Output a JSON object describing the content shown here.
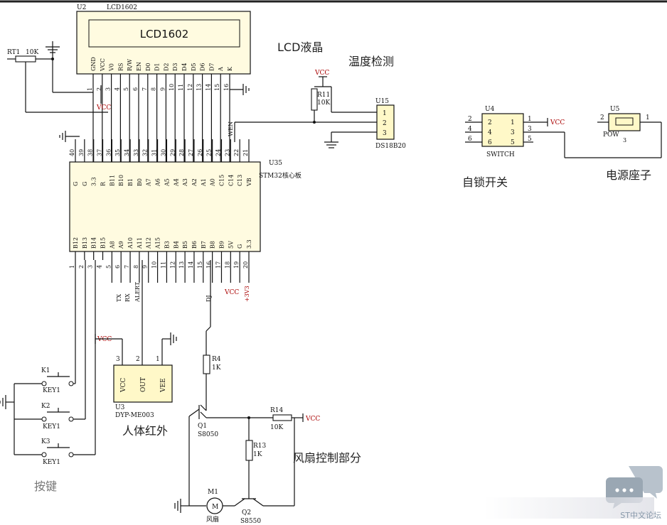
{
  "lcd": {
    "ref": "U2",
    "part": "LCD1602",
    "screen_text": "LCD1602",
    "caption": "LCD液晶",
    "pins": [
      "GND",
      "VCC",
      "V0",
      "RS",
      "R/W",
      "EN",
      "D0",
      "D1",
      "D2",
      "D3",
      "D4",
      "D5",
      "D6",
      "D7",
      "A",
      "K"
    ],
    "pin_numbers": [
      "1",
      "2",
      "3",
      "4",
      "5",
      "6",
      "7",
      "8",
      "9",
      "10",
      "11",
      "12",
      "13",
      "14",
      "15",
      "16"
    ]
  },
  "rt1": {
    "ref": "RT1",
    "value": "10K"
  },
  "vcc_label": "VCC",
  "ds18b20": {
    "ref": "U15",
    "part": "DS18B20",
    "caption": "温度检测",
    "pins": [
      "1",
      "2",
      "3"
    ],
    "r_ref": "R11",
    "r_value": "10K",
    "net": "WEN"
  },
  "stm32": {
    "ref": "U35",
    "part": "STM32核心板",
    "top_pin_numbers": [
      "40",
      "39",
      "38",
      "37",
      "36",
      "35",
      "34",
      "33",
      "32",
      "31",
      "30",
      "29",
      "28",
      "27",
      "26",
      "25",
      "24",
      "23",
      "22",
      "21"
    ],
    "top_pin_names": [
      "G",
      "G",
      "3.3",
      "R",
      "B11",
      "B10",
      "B1",
      "B0",
      "A7",
      "A6",
      "A5",
      "A4",
      "A3",
      "A2",
      "A1",
      "A0",
      "C15",
      "C14",
      "C13",
      "VB"
    ],
    "bottom_pin_names": [
      "B12",
      "B13",
      "B14",
      "B15",
      "A8",
      "A9",
      "A10",
      "A11",
      "A12",
      "A15",
      "B3",
      "B4",
      "B5",
      "B6",
      "B7",
      "B8",
      "B9",
      "5V",
      "G",
      "3.3"
    ],
    "bottom_pin_numbers": [
      "1",
      "2",
      "3",
      "4",
      "5",
      "6",
      "7",
      "8",
      "9",
      "10",
      "11",
      "12",
      "13",
      "14",
      "15",
      "16",
      "17",
      "18",
      "19",
      "20"
    ],
    "net_tx": "TX",
    "net_rx": "RX",
    "net_alert": "ALERT",
    "net_dj": "DJ",
    "net_vcc": "VCC",
    "net_3v3": "+3V3"
  },
  "switch": {
    "ref": "U4",
    "part": "SWITCH",
    "caption": "自锁开关",
    "left_outer": [
      "2",
      "4",
      "6"
    ],
    "left_inner": [
      "2",
      "4",
      "6"
    ],
    "right_inner": [
      "1",
      "3",
      "5"
    ],
    "right_outer": [
      "1",
      "3",
      "5"
    ]
  },
  "power": {
    "ref": "U5",
    "part": "POW",
    "caption": "电源座子",
    "pin_left": "2",
    "pin_right": "1",
    "pin_bottom": "3"
  },
  "keys": {
    "caption": "按键",
    "items": [
      {
        "ref": "K1",
        "part": "KEY1"
      },
      {
        "ref": "K2",
        "part": "KEY1"
      },
      {
        "ref": "K3",
        "part": "KEY1"
      }
    ]
  },
  "pir": {
    "ref": "U3",
    "part": "DYP-ME003",
    "caption": "人体红外",
    "pins": [
      "VCC",
      "OUT",
      "VEE"
    ],
    "pin_numbers": [
      "3",
      "2",
      "1"
    ]
  },
  "fan": {
    "caption": "风扇控制部分",
    "r4_ref": "R4",
    "r4_value": "1K",
    "q1_ref": "Q1",
    "q1_part": "S8050",
    "r14_ref": "R14",
    "r14_value": "10K",
    "r13_ref": "R13",
    "r13_value": "1K",
    "m1_ref": "M1",
    "m1_symbol": "M",
    "m1_part": "风扇",
    "q2_ref": "Q2",
    "q2_part": "S8550"
  },
  "watermark": "ST中文论坛"
}
